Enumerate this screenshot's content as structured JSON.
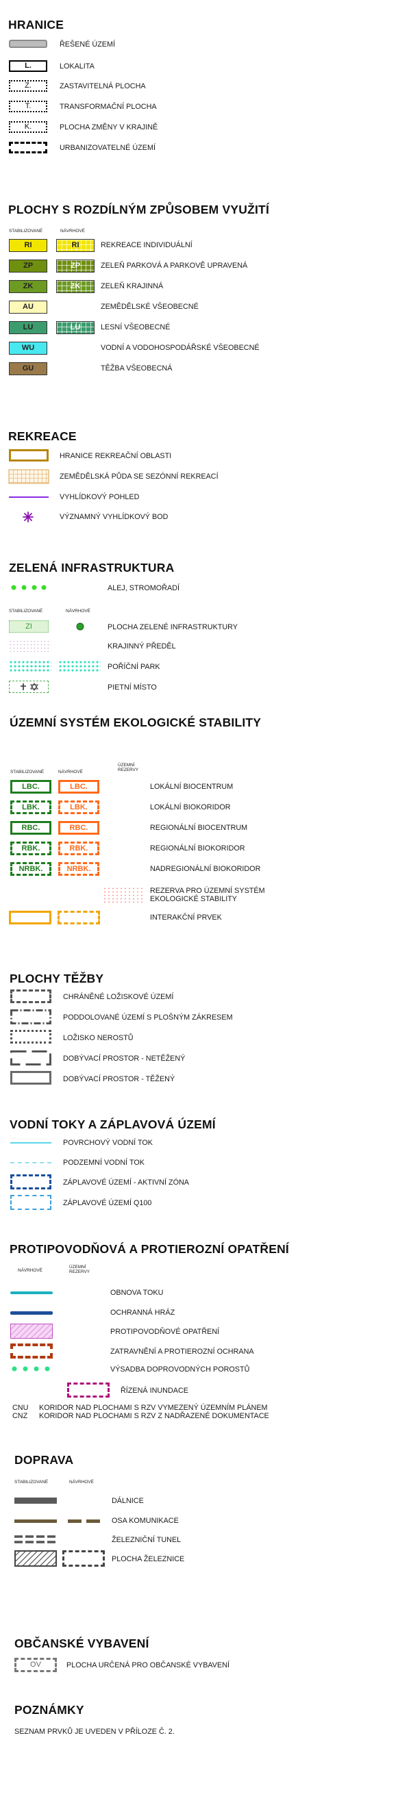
{
  "hranice": {
    "title": "HRANICE",
    "items": [
      {
        "label": "ŘEŠENÉ ÚZEMÍ",
        "code": ""
      },
      {
        "label": "LOKALITA",
        "code": "L."
      },
      {
        "label": "ZASTAVITELNÁ PLOCHA",
        "code": "Z."
      },
      {
        "label": "TRANSFORMAČNÍ PLOCHA",
        "code": "T."
      },
      {
        "label": "PLOCHA ZMĚNY V KRAJINĚ",
        "code": "K."
      },
      {
        "label": "URBANIZOVATELNÉ ÚZEMÍ",
        "code": ""
      }
    ]
  },
  "plochy": {
    "title": "PLOCHY S ROZDÍLNÝM ZPŮSOBEM VYUŽITÍ",
    "col_stab": "STABILIZOVANÉ",
    "col_navrh": "NÁVRHOVÉ",
    "items": [
      {
        "code": "RI",
        "label": "REKREACE INDIVIDUÁLNÍ",
        "color": "#f2e600"
      },
      {
        "code": "ZP",
        "label": "ZELEŇ PARKOVÁ A PARKOVĚ UPRAVENÁ",
        "color": "#6f8f10"
      },
      {
        "code": "ZK",
        "label": "ZELEŇ KRAJINNÁ",
        "color": "#6d9a22"
      },
      {
        "code": "AU",
        "label": "ZEMĚDĚLSKÉ VŠEOBECNÉ",
        "color": "#fff9b8"
      },
      {
        "code": "LU",
        "label": "LESNÍ VŠEOBECNÉ",
        "color": "#3d9c6e"
      },
      {
        "code": "WU",
        "label": "VODNÍ A VODOHOSPODÁŘSKÉ VŠEOBECNÉ",
        "color": "#48e8f0"
      },
      {
        "code": "GU",
        "label": "TĚŽBA VŠEOBECNÁ",
        "color": "#9a7a4a"
      }
    ]
  },
  "rekreace": {
    "title": "REKREACE",
    "items": [
      {
        "label": "HRANICE REKREAČNÍ OBLASTI"
      },
      {
        "label": "ZEMĚDĚLSKÁ PŮDA SE SEZÓNNÍ REKREACÍ"
      },
      {
        "label": "VYHLÍDKOVÝ POHLED"
      },
      {
        "label": "VÝZNAMNÝ VYHLÍDKOVÝ BOD"
      }
    ]
  },
  "zelena": {
    "title": "ZELENÁ INFRASTRUKTURA",
    "col_stab": "STABILIZOVANÉ",
    "col_navrh": "NÁVRHOVÉ",
    "zi_code": "ZI",
    "items": [
      {
        "label": "ALEJ, STROMOŘADÍ"
      },
      {
        "label": "PLOCHA ZELENÉ INFRASTRUKTURY"
      },
      {
        "label": "KRAJINNÝ PŘEDĚL"
      },
      {
        "label": "POŘÍČNÍ PARK"
      },
      {
        "label": "PIETNÍ MÍSTO"
      }
    ]
  },
  "uses": {
    "title": "ÚZEMNÍ SYSTÉM EKOLOGICKÉ STABILITY",
    "col_stab": "STABILIZOVANÉ",
    "col_navrh": "NÁVRHOVÉ",
    "col_rez_1": "ÚZEMNÍ",
    "col_rez_2": "REZERVY",
    "items": [
      {
        "code": "LBC.",
        "label": "LOKÁLNÍ BIOCENTRUM"
      },
      {
        "code": "LBK.",
        "label": "LOKÁLNÍ BIOKORIDOR"
      },
      {
        "code": "RBC.",
        "label": "REGIONÁLNÍ BIOCENTRUM"
      },
      {
        "code": "RBK.",
        "label": "REGIONÁLNÍ BIOKORIDOR"
      },
      {
        "code": "NRBK.",
        "label": "NADREGIONÁLNÍ BIOKORIDOR"
      }
    ],
    "rezerva_1": "REZERVA PRO ÚZEMNÍ SYSTÉM",
    "rezerva_2": "EKOLOGICKÉ STABILITY",
    "interakcni": "INTERAKČNÍ PRVEK",
    "stab_color": "#1e7d1e",
    "navrh_color": "#ff6a1a",
    "ip_color": "#f2a500"
  },
  "tezba": {
    "title": "PLOCHY TĚŽBY",
    "items": [
      {
        "label": "CHRÁNĚNÉ LOŽISKOVÉ ÚZEMÍ"
      },
      {
        "label": "PODDOLOVANÉ ÚZEMÍ S PLOŠNÝM ZÁKRESEM"
      },
      {
        "label": "LOŽISKO NEROSTŮ"
      },
      {
        "label": "DOBÝVACÍ PROSTOR - NETĚŽENÝ"
      },
      {
        "label": "DOBÝVACÍ PROSTOR - TĚŽENÝ"
      }
    ]
  },
  "vodni": {
    "title": "VODNÍ TOKY A ZÁPLAVOVÁ ÚZEMÍ",
    "items": [
      {
        "label": "POVRCHOVÝ VODNÍ TOK"
      },
      {
        "label": "PODZEMNÍ VODNÍ TOK"
      },
      {
        "label": "ZÁPLAVOVÉ ÚZEMÍ - AKTIVNÍ ZÓNA"
      },
      {
        "label": "ZÁPLAVOVÉ ÚZEMÍ Q100"
      }
    ]
  },
  "protipovodnova": {
    "title": "PROTIPOVODŇOVÁ A PROTIEROZNÍ OPATŘENÍ",
    "col_navrh": "NÁVRHOVÉ",
    "col_rez_1": "ÚZEMNÍ",
    "col_rez_2": "REZERVY",
    "items": [
      {
        "label": "OBNOVA TOKU"
      },
      {
        "label": "OCHRANNÁ HRÁZ"
      },
      {
        "label": "PROTIPOVODŇOVÉ OPATŘENÍ"
      },
      {
        "label": "ZATRAVNĚNÍ A PROTIEROZNÍ OCHRANA"
      },
      {
        "label": "VÝSADBA DOPROVODNÝCH POROSTŮ"
      },
      {
        "label": "ŘÍZENÁ INUNDACE"
      }
    ],
    "cnu_code": "CNU",
    "cnz_code": "CNZ",
    "cnu_label": "KORIDOR NAD PLOCHAMI S RZV VYMEZENÝ ÚZEMNÍM PLÁNEM",
    "cnz_label": "KORIDOR NAD PLOCHAMI S RZV Z NADŘAZENÉ DOKUMENTACE"
  },
  "doprava": {
    "title": "DOPRAVA",
    "col_stab": "STABILIZOVANÉ",
    "col_navrh": "NÁVRHOVÉ",
    "items": [
      {
        "label": "DÁLNICE"
      },
      {
        "label": "OSA KOMUNIKACE"
      },
      {
        "label": "ŽELEZNIČNÍ TUNEL"
      },
      {
        "label": "PLOCHA ŽELEZNICE"
      }
    ]
  },
  "obcanske": {
    "title": "OBČANSKÉ VYBAVENÍ",
    "code": "OV",
    "label": "PLOCHA URČENÁ PRO OBČANSKÉ VYBAVENÍ"
  },
  "poznamky": {
    "title": "POZNÁMKY",
    "text": "SEZNAM PRVKŮ JE UVEDEN V PŘÍLOZE Č. 2."
  }
}
